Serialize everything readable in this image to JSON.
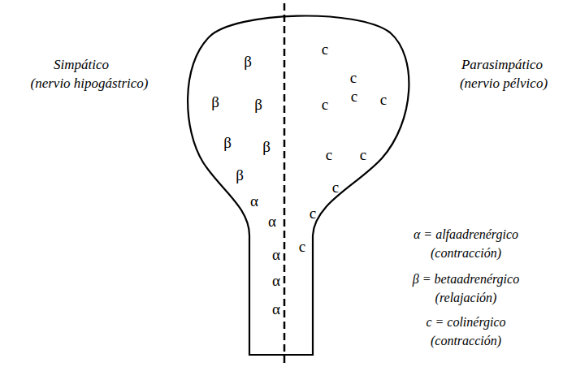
{
  "diagram": {
    "nodes": [
      {
        "text": [
          "c",
          "β",
          "c",
          "c",
          "c",
          "β",
          "β",
          "c",
          "β",
          "β",
          "c",
          "c",
          "β",
          "c",
          "α",
          "c",
          "α",
          "c",
          "α",
          "α",
          "α"
        ]
      }
    ],
    "labels": [
      "Simpático",
      "(nervio hipogástrico)",
      "Parasimpático",
      "(nervio pélvico)",
      "α = alfaadrenérgico (contracción)",
      "β = betaadrenérgico (relajación)",
      "c = colinérgico (contracción)"
    ]
  }
}
